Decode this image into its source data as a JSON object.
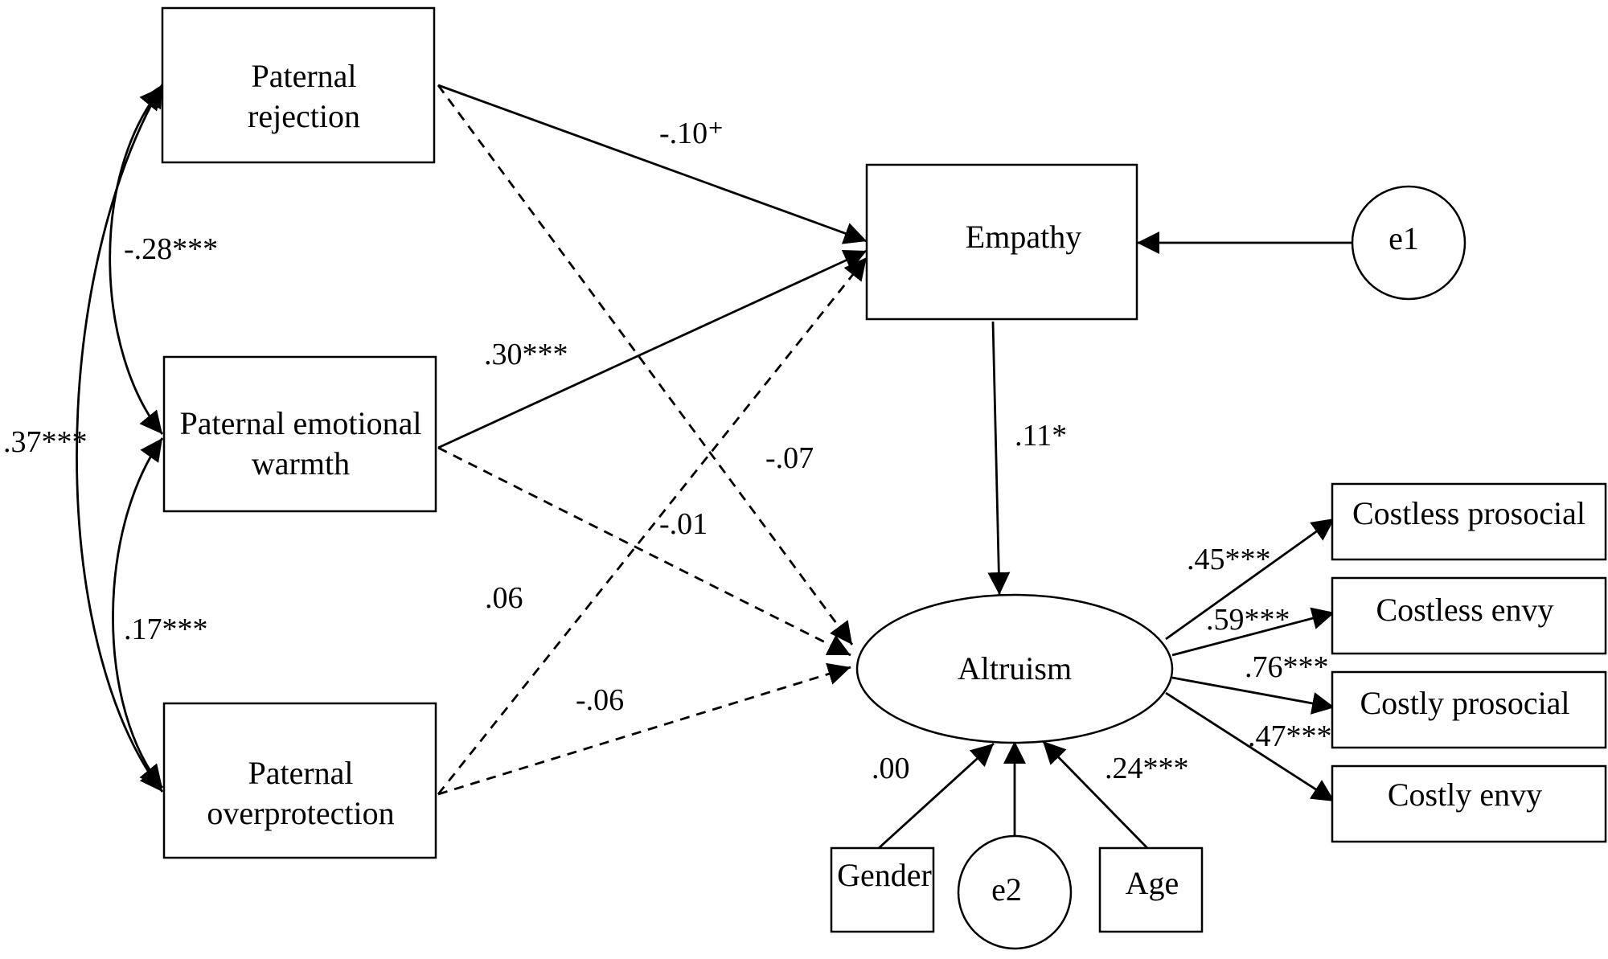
{
  "nodes": {
    "paternal_rejection": [
      "Paternal",
      "rejection"
    ],
    "paternal_warmth": [
      "Paternal emotional",
      "warmth"
    ],
    "paternal_overprotection": [
      "Paternal",
      "overprotection"
    ],
    "empathy": "Empathy",
    "e1": "e1",
    "altruism": "Altruism",
    "gender": "Gender",
    "e2": "e2",
    "age": "Age",
    "costless_prosocial": "Costless prosocial",
    "costless_envy": "Costless envy",
    "costly_prosocial": "Costly prosocial",
    "costly_envy": "Costly envy"
  },
  "coefficients": {
    "rejection_empathy": "-.10⁺",
    "rejection_warmth": "-.28***",
    "rejection_overprotection": ".37***",
    "warmth_overprotection": ".17***",
    "warmth_empathy": ".30***",
    "rejection_altruism": "-.07",
    "warmth_altruism": "-.01",
    "overprotection_empathy": ".06",
    "overprotection_altruism": "-.06",
    "empathy_altruism": ".11*",
    "altruism_costless_prosocial": ".45***",
    "altruism_costless_envy": ".59***",
    "altruism_costly_prosocial": ".76***",
    "altruism_costly_envy": ".47***",
    "gender_altruism": ".00",
    "age_altruism": ".24***"
  }
}
